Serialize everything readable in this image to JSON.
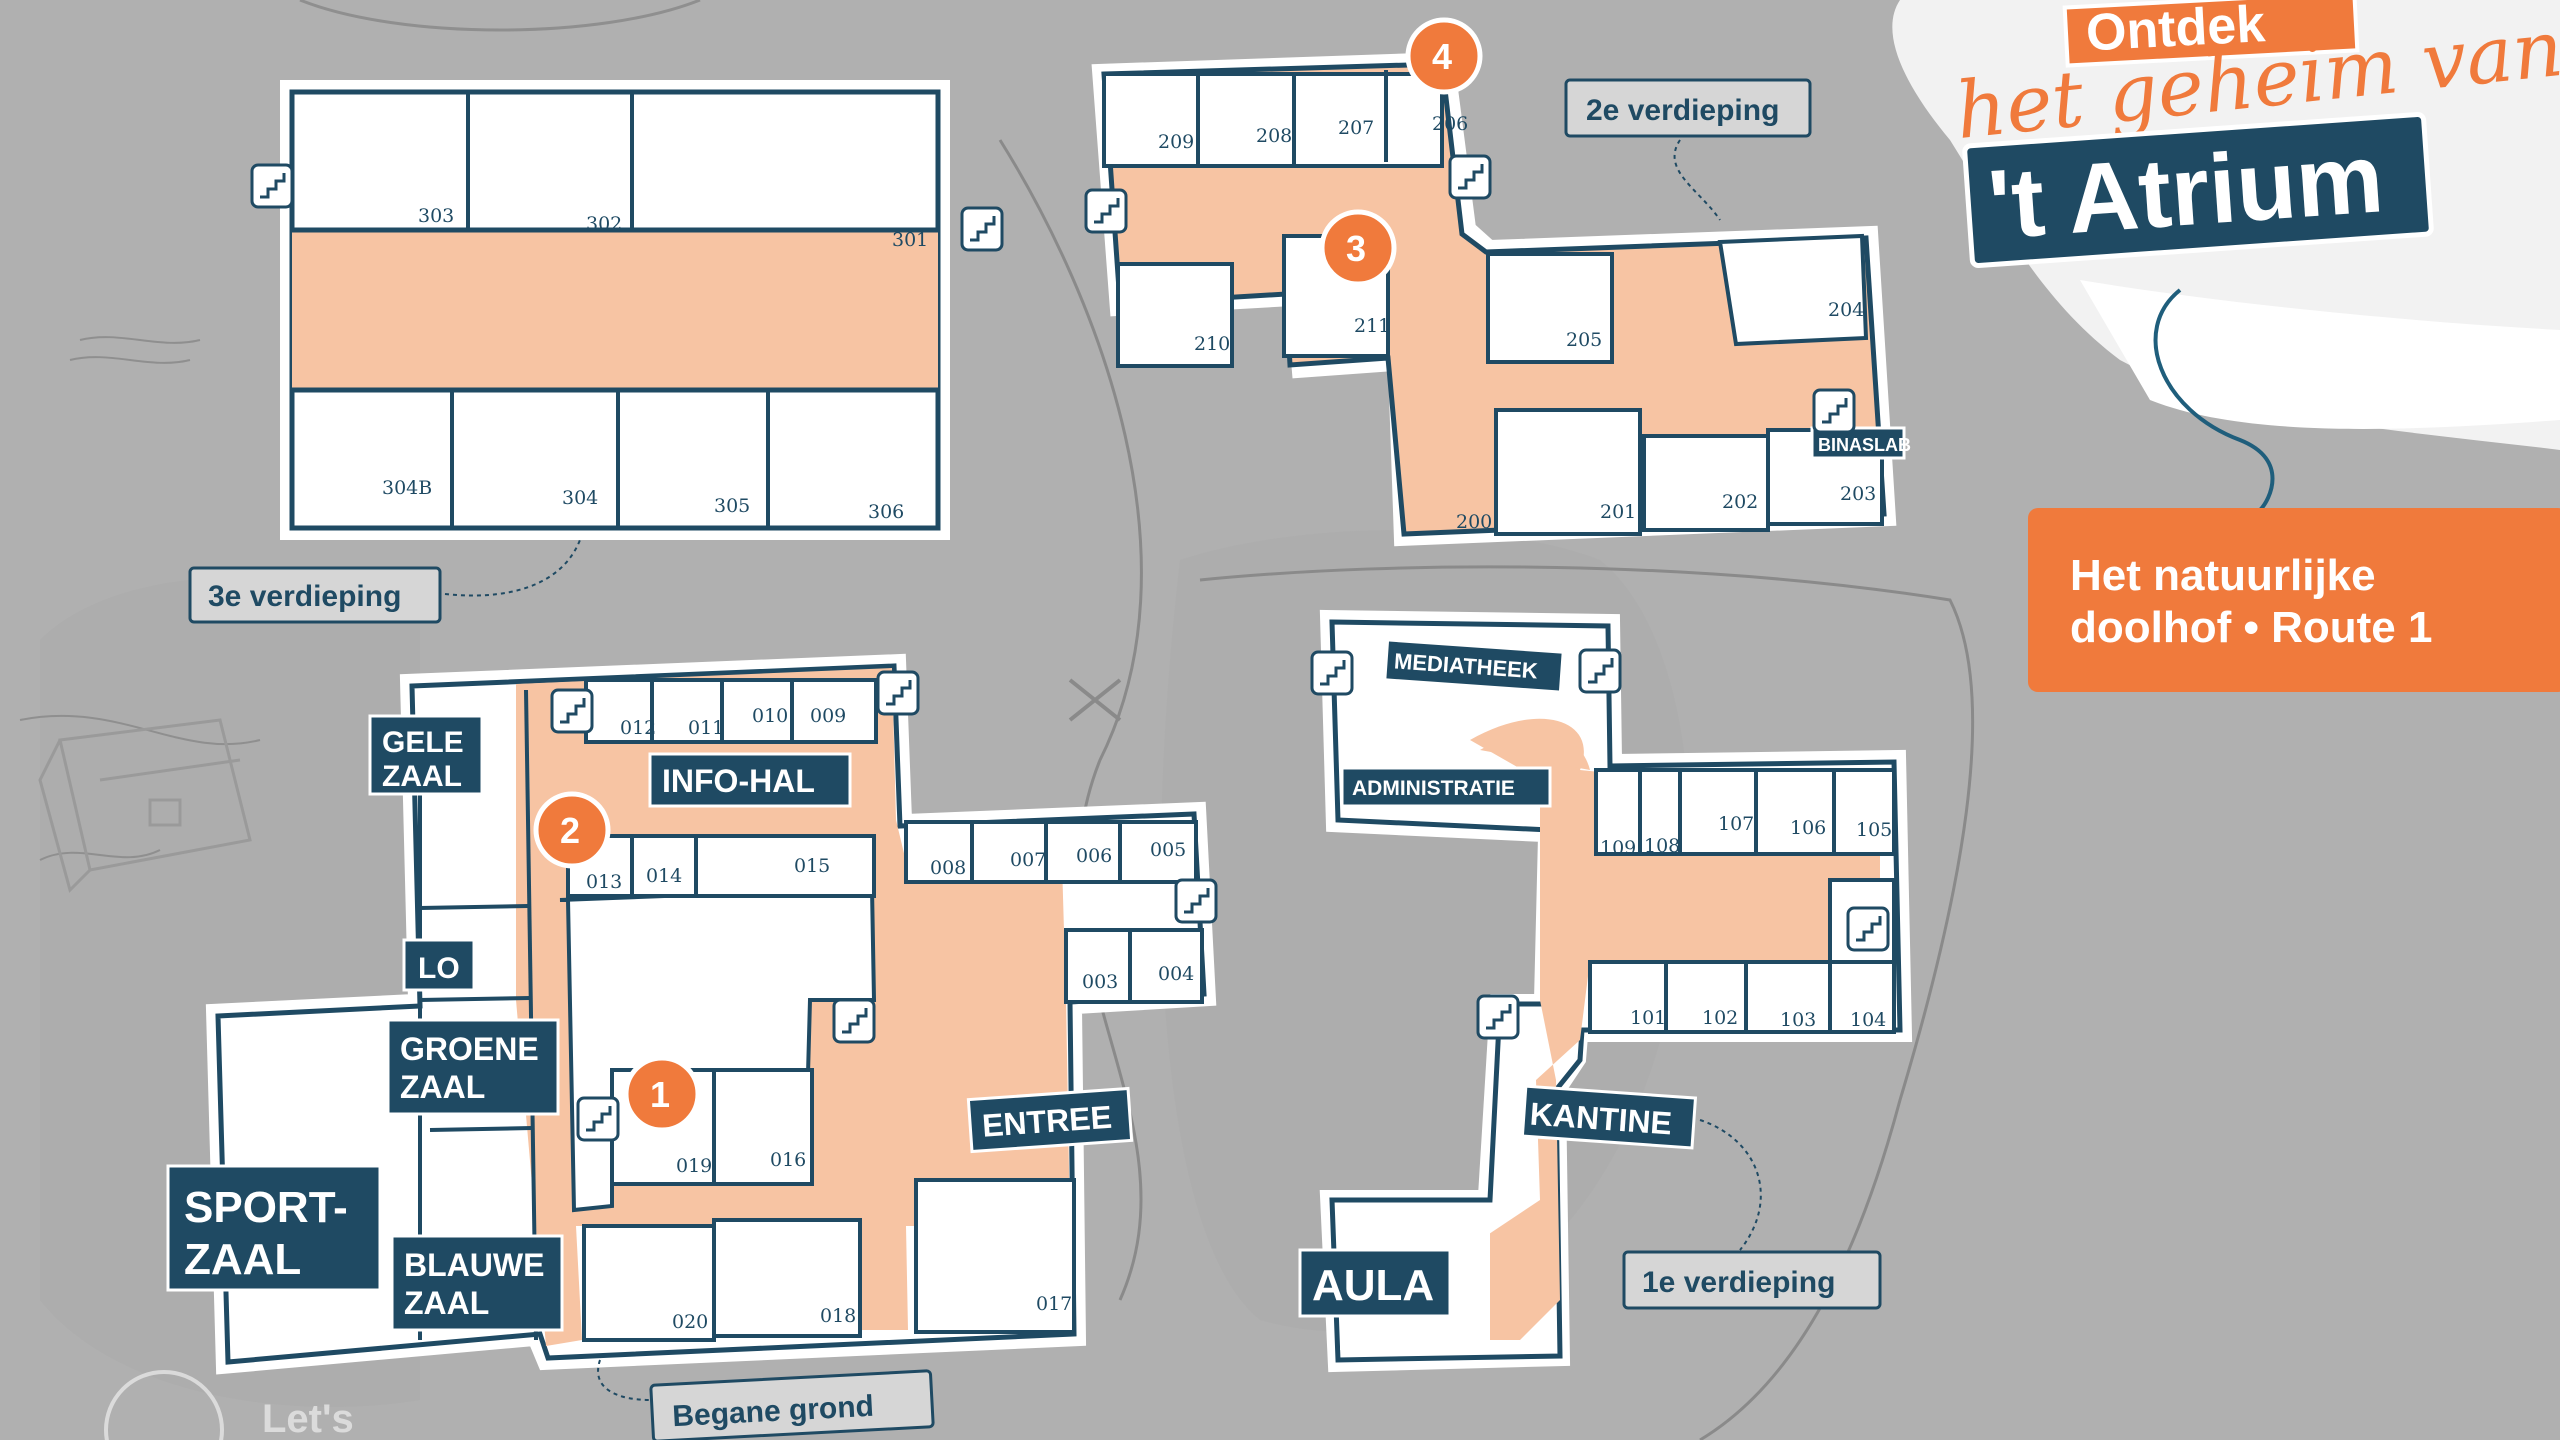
{
  "header": {
    "title_line1": "Ontdek",
    "title_line2": "het geheim van",
    "title_line3": "'t Atrium"
  },
  "route_banner": {
    "line1": "Het natuurlijke",
    "line2": "doolhof • Route 1"
  },
  "floors": {
    "third": "3e verdieping",
    "second": "2e verdieping",
    "first": "1e verdieping",
    "ground": "Begane grond"
  },
  "rooms": {
    "r303": "303",
    "r302": "302",
    "r301": "301",
    "r304b": "304B",
    "r304": "304",
    "r305": "305",
    "r306": "306",
    "r209": "209",
    "r208": "208",
    "r207": "207",
    "r206": "206",
    "r210": "210",
    "r211": "211",
    "r205": "205",
    "r204": "204",
    "r200": "200",
    "r201": "201",
    "r202": "202",
    "r203": "203",
    "r012": "012",
    "r011": "011",
    "r010": "010",
    "r009": "009",
    "r013": "013",
    "r014": "014",
    "r015": "015",
    "r008": "008",
    "r007": "007",
    "r006": "006",
    "r005": "005",
    "r003": "003",
    "r004": "004",
    "r019": "019",
    "r016": "016",
    "r020": "020",
    "r018": "018",
    "r017": "017",
    "r109": "109",
    "r108": "108",
    "r107": "107",
    "r106": "106",
    "r105": "105",
    "r101": "101",
    "r102": "102",
    "r103": "103",
    "r104": "104"
  },
  "labels": {
    "binaslab": "BINASLAB",
    "mediatheek": "MEDIATHEEK",
    "administratie": "ADMINISTRATIE",
    "kantine": "KANTINE",
    "aula": "AULA",
    "info_hal": "INFO-HAL",
    "entree": "ENTREE",
    "gele_zaal_1": "GELE",
    "gele_zaal_2": "ZAAL",
    "lo": "LO",
    "groene_zaal_1": "GROENE",
    "groene_zaal_2": "ZAAL",
    "blauwe_zaal_1": "BLAUWE",
    "blauwe_zaal_2": "ZAAL",
    "sportzaal_1": "SPORT-",
    "sportzaal_2": "ZAAL"
  },
  "markers": {
    "m1": "1",
    "m2": "2",
    "m3": "3",
    "m4": "4"
  },
  "footer": {
    "lets": "Let's"
  },
  "colors": {
    "background": "#b3b3b3",
    "navy": "#1f4a63",
    "orange": "#f07a3c",
    "corridor": "#f7c4a3",
    "room": "#ffffff"
  }
}
